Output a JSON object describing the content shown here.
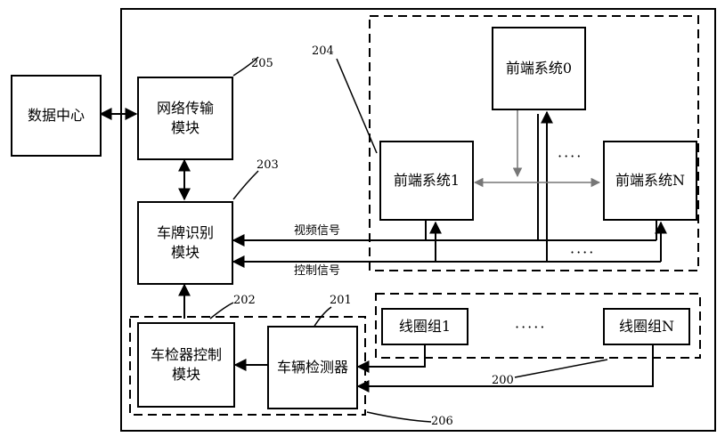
{
  "diagram": {
    "blocks": {
      "data_center": "数据中心",
      "network_module": "网络传输\n模块",
      "plate_module": "车牌识别\n模块",
      "detector_control": "车检器控制\n模块",
      "vehicle_detector": "车辆检测器",
      "front0": "前端系统0",
      "front1": "前端系统1",
      "frontN": "前端系统N",
      "coil1": "线圈组1",
      "coilN": "线圈组N"
    },
    "labels": {
      "n205": "205",
      "n204": "204",
      "n203": "203",
      "n202": "202",
      "n201": "201",
      "n200": "200",
      "n206": "206"
    },
    "signals": {
      "video": "视频信号",
      "control": "控制信号"
    },
    "ellipsis": {
      "front_dots": "····",
      "signal_dots": "····",
      "coil_dots": "·····"
    }
  }
}
